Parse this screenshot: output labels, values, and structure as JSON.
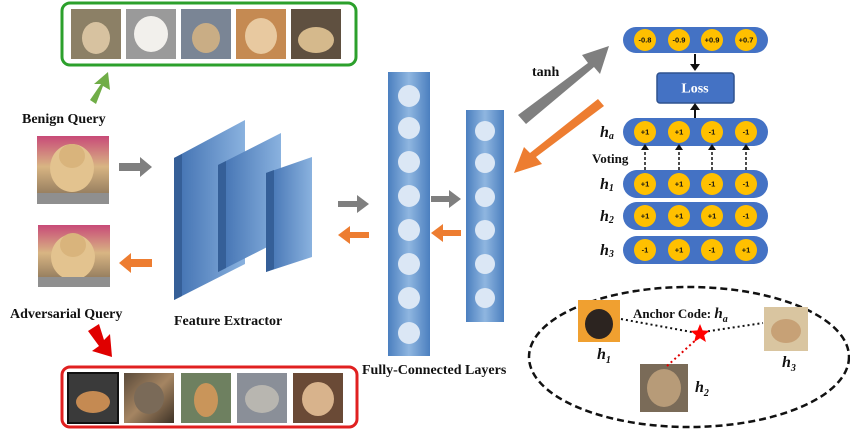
{
  "labels": {
    "benign_query": "Benign Query",
    "adversarial_query": "Adversarial Query",
    "feature_extractor": "Feature Extractor",
    "fully_connected_layers": "Fully-Connected Layers",
    "tanh": "tanh",
    "loss": "Loss",
    "voting": "Voting",
    "anchor_code": "Anchor Code: "
  },
  "top_output_values": [
    "-0.8",
    "-0.9",
    "+0.9",
    "+0.7"
  ],
  "hash_rows": [
    {
      "name": "h",
      "sub": "a",
      "values": [
        "+1",
        "+1",
        "-1",
        "-1"
      ]
    },
    {
      "name": "h",
      "sub": "1",
      "values": [
        "+1",
        "+1",
        "-1",
        "-1"
      ]
    },
    {
      "name": "h",
      "sub": "2",
      "values": [
        "+1",
        "+1",
        "+1",
        "-1"
      ]
    },
    {
      "name": "h",
      "sub": "3",
      "values": [
        "-1",
        "+1",
        "-1",
        "+1"
      ]
    }
  ],
  "ellipse_labels": {
    "anchor_var": "h",
    "anchor_sub": "a",
    "h1": "h",
    "h1_sub": "1",
    "h2": "h",
    "h2_sub": "2",
    "h3": "h",
    "h3_sub": "3"
  },
  "colors": {
    "benign_border": "#2ca02c",
    "adversarial_border": "#e02020",
    "forward_arrow": "#7f7f7f",
    "backward_arrow": "#ed7d31",
    "up_arrow": "#70ad47",
    "red_arrow": "#e00000",
    "layer_blue": "#5b8fc7",
    "node_fill": "#dbe7f5",
    "bit_fill": "#ffc000",
    "row_fill": "#4472c4",
    "loss_fill": "#4472c4"
  },
  "icons": {
    "benign_thumbs": [
      "dog-thumb",
      "dog-thumb",
      "dog-thumb",
      "dog-thumb",
      "dog-thumb"
    ],
    "adversarial_thumbs": [
      "cat-thumb",
      "cat-thumb",
      "cat-thumb",
      "cat-thumb",
      "cat-thumb"
    ],
    "anchor_marker": "red-star-icon"
  }
}
